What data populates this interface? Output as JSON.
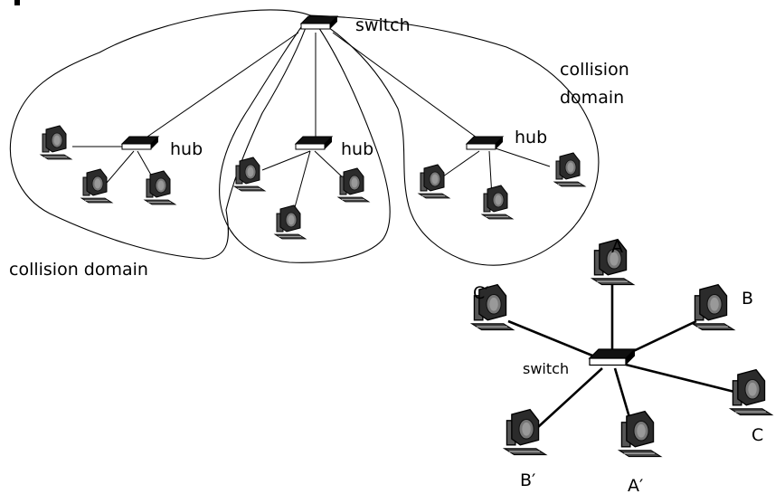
{
  "labels": {
    "top_switch": "switch",
    "hub": "hub",
    "collision_domain_left": "collision domain",
    "collision_domain_right_line1": "collision",
    "collision_domain_right_line2": "domain",
    "star_switch": "switch",
    "host_a": "A",
    "host_b": "B",
    "host_c": "C",
    "host_a_prime": "A′",
    "host_b_prime": "B′",
    "host_c_prime": "C′"
  },
  "icons": {
    "bullet": "square-bullet-icon",
    "switch": "switch-icon",
    "hub": "hub-icon",
    "host": "desktop-computer-icon"
  }
}
